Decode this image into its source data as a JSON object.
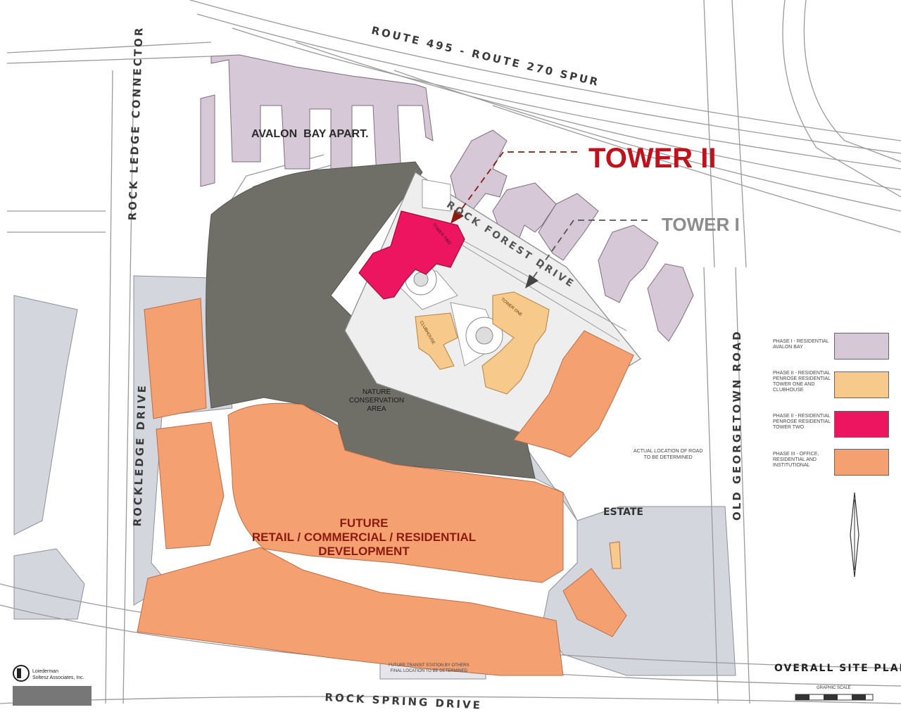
{
  "labels": {
    "tower2": "TOWER II",
    "tower1": "TOWER I",
    "avalon": "AVALON  BAY APART.",
    "future_line1": "FUTURE",
    "future_line2": "RETAIL / COMMERCIAL / RESIDENTIAL",
    "future_line3": "DEVELOPMENT",
    "nature_line1": "NATURE",
    "nature_line2": "CONSERVATION",
    "nature_line3": "AREA",
    "estate": "ESTATE",
    "actual_road_line1": "ACTUAL LOCATION OF ROAD",
    "actual_road_line2": "TO BE DETERMINED",
    "transit_line1": "FUTURE TRANSIT STATION BY OTHERS",
    "transit_line2": "FINAL LOCATION TO BE DETERMINED",
    "building_tower_two": "TOWER TWO",
    "building_tower_one": "TOWER ONE",
    "building_clubhouse": "CLUBHOUSE"
  },
  "roads": {
    "route495": "ROUTE 495 - ROUTE 270 SPUR",
    "rockledge_connector": "ROCK LEDGE CONNECTOR",
    "rockledge_drive": "ROCKLEDGE DRIVE",
    "rock_forest": "ROCK FOREST DRIVE",
    "old_georgetown": "OLD GEORGETOWN ROAD",
    "rock_spring": "ROCK SPRING DRIVE"
  },
  "legend": [
    {
      "text": "PHASE I - RESIDENTIAL\nAVALON BAY",
      "color": "#d6c8d6"
    },
    {
      "text": "PHASE II - RESIDENTIAL\nPENROSE RESIDENTIAL\nTOWER ONE AND\nCLUBHOUSE",
      "color": "#f7c98a"
    },
    {
      "text": "PHASE II - RESIDENTIAL\nPENROSE RESIDENTIAL\nTOWER TWO",
      "color": "#ee1560"
    },
    {
      "text": "PHASE III - OFFICE,\nRESIDENTIAL AND\nINSTITUTIONAL",
      "color": "#f4a070"
    }
  ],
  "title_block": {
    "title": "OVERALL  SITE PLAN",
    "scale_label": "GRAPHIC SCALE",
    "company_line1": "Loiederman",
    "company_line2": "Soltesz Associates, Inc."
  },
  "colors": {
    "avalon": "#d6c8d6",
    "phase3": "#f4a070",
    "tower2": "#ee1560",
    "tower1": "#f7c98a",
    "nature": "#6f6f68",
    "paving": "#d4d6de",
    "tower2_label": "#c0121c",
    "tower1_label": "#8c8c8c",
    "future_label": "#8b1a10"
  }
}
